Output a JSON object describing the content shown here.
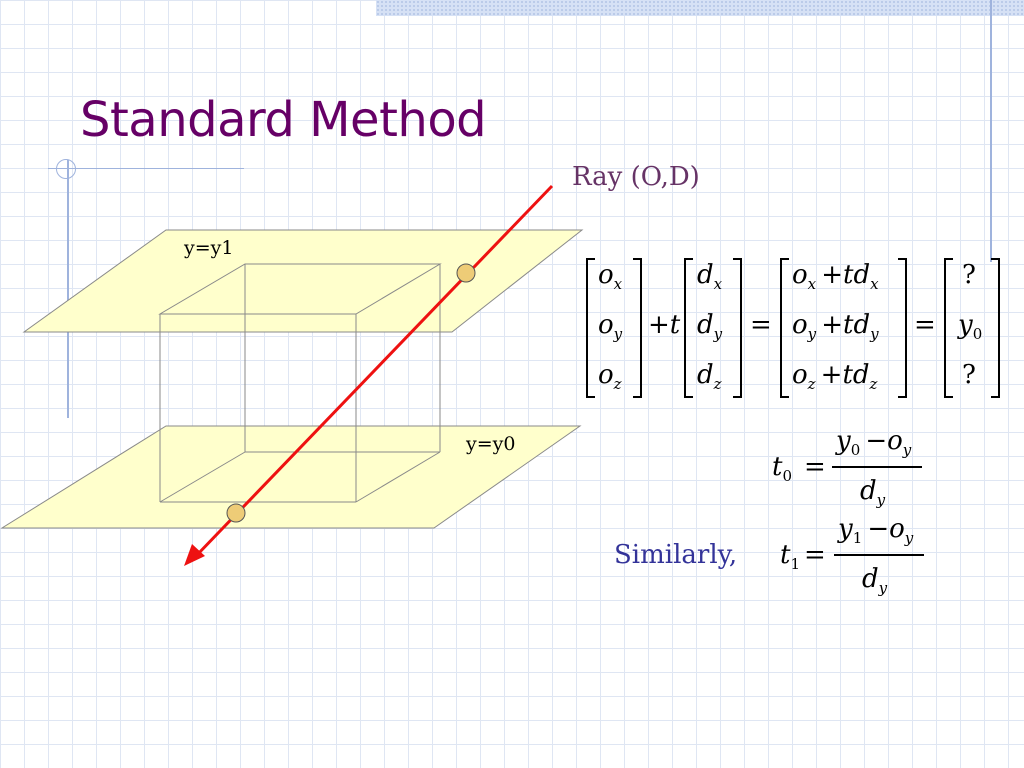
{
  "slide": {
    "title": "Standard Method",
    "ray_label": "Ray (O,D)",
    "plane_top_label": "y=y1",
    "plane_bottom_label": "y=y0",
    "similarly_label": "Similarly,"
  },
  "colors": {
    "title": "#660066",
    "ray": "#ee1111",
    "plane_fill": "#ffffcc",
    "intersection_point": "#eecc77",
    "similarly": "#333399"
  },
  "equation": {
    "col1": [
      [
        "o",
        "x"
      ],
      [
        "o",
        "y"
      ],
      [
        "o",
        "z"
      ]
    ],
    "col2": [
      [
        "d",
        "x"
      ],
      [
        "d",
        "y"
      ],
      [
        "d",
        "z"
      ]
    ],
    "col3": [
      [
        "o",
        "x",
        "td",
        "x"
      ],
      [
        "o",
        "y",
        "td",
        "y"
      ],
      [
        "o",
        "z",
        "td",
        "z"
      ]
    ],
    "col4": [
      "?",
      [
        "y",
        "0"
      ],
      "?"
    ],
    "plus": "+",
    "t": "t",
    "equals": "=",
    "minus": "−"
  },
  "t0": {
    "lhs": "t",
    "lhs_sub": "0",
    "num_a": "y",
    "num_a_sub": "0",
    "num_b": "o",
    "num_b_sub": "y",
    "den": "d",
    "den_sub": "y"
  },
  "t1": {
    "lhs": "t",
    "lhs_sub": "1",
    "num_a": "y",
    "num_a_sub": "1",
    "num_b": "o",
    "num_b_sub": "y",
    "den": "d",
    "den_sub": "y"
  }
}
